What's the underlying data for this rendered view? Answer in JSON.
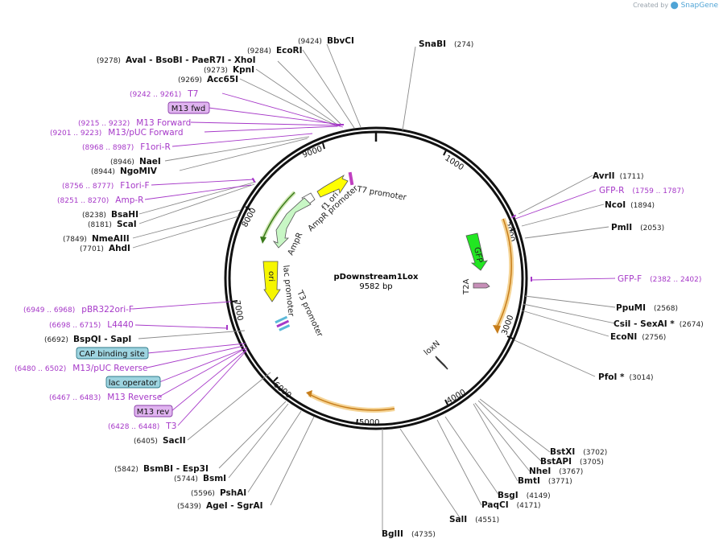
{
  "credit": {
    "prefix": "Created by",
    "brand": "SnapGene"
  },
  "plasmid": {
    "name": "pDownstream1Lox",
    "size": "9582 bp"
  },
  "ticks": [
    "1000",
    "2000",
    "3000",
    "4000",
    "5000",
    "6000",
    "7000",
    "8000",
    "9000"
  ],
  "labels": [
    {
      "id": "bbvci",
      "num": "(9424)",
      "name": "BbvCI"
    },
    {
      "id": "ecori",
      "num": "(9284)",
      "name": "EcoRI"
    },
    {
      "id": "avai",
      "num": "(9278)",
      "name": "AvaI - BsoBI - PaeR7I - XhoI"
    },
    {
      "id": "kpni",
      "num": "(9273)",
      "name": "KpnI"
    },
    {
      "id": "acc65i",
      "num": "(9269)",
      "name": "Acc65I"
    },
    {
      "id": "nael",
      "num": "(8946)",
      "name": "NaeI"
    },
    {
      "id": "ngomiv",
      "num": "(8944)",
      "name": "NgoMIV"
    },
    {
      "id": "bsahi",
      "num": "(8238)",
      "name": "BsaHI"
    },
    {
      "id": "scai",
      "num": "(8181)",
      "name": "ScaI"
    },
    {
      "id": "nmeaiii",
      "num": "(7849)",
      "name": "NmeAIII"
    },
    {
      "id": "ahdi",
      "num": "(7701)",
      "name": "AhdI"
    },
    {
      "id": "bspqi",
      "num": "(6692)",
      "name": "BspQI - SapI"
    },
    {
      "id": "sacii",
      "num": "(6405)",
      "name": "SacII"
    },
    {
      "id": "bsmbi",
      "num": "(5842)",
      "name": "BsmBI - Esp3I"
    },
    {
      "id": "bsmi",
      "num": "(5744)",
      "name": "BsmI"
    },
    {
      "id": "pshai",
      "num": "(5596)",
      "name": "PshAI"
    },
    {
      "id": "agei",
      "num": "(5439)",
      "name": "AgeI - SgrAI"
    },
    {
      "id": "snabi",
      "num": "(274)",
      "name": "SnaBI"
    },
    {
      "id": "avrii",
      "num": "(1711)",
      "name": "AvrII"
    },
    {
      "id": "ncoi",
      "num": "(1894)",
      "name": "NcoI"
    },
    {
      "id": "pmli",
      "num": "(2053)",
      "name": "PmlI"
    },
    {
      "id": "ppumi",
      "num": "(2568)",
      "name": "PpuMI"
    },
    {
      "id": "csii",
      "num": "(2674)",
      "name": "CsiI - SexAI *"
    },
    {
      "id": "economi",
      "num": "(2756)",
      "name": "EcoNI"
    },
    {
      "id": "pfoi",
      "num": "(3014)",
      "name": "PfoI *"
    },
    {
      "id": "bstxi",
      "num": "(3702)",
      "name": "BstXI"
    },
    {
      "id": "bstapi",
      "num": "(3705)",
      "name": "BstAPI"
    },
    {
      "id": "nhei",
      "num": "(3767)",
      "name": "NheI"
    },
    {
      "id": "bmti",
      "num": "(3771)",
      "name": "BmtI"
    },
    {
      "id": "bsgi",
      "num": "(4149)",
      "name": "BsgI"
    },
    {
      "id": "paqci",
      "num": "(4171)",
      "name": "PaqCI"
    },
    {
      "id": "sali",
      "num": "(4551)",
      "name": "SalI"
    },
    {
      "id": "bglii",
      "num": "(4735)",
      "name": "BglII"
    }
  ],
  "primers": [
    {
      "id": "t7",
      "num": "(9242 .. 9261)",
      "name": "T7"
    },
    {
      "id": "m13fwd",
      "name": "M13 fwd"
    },
    {
      "id": "m13forward",
      "num": "(9215 .. 9232)",
      "name": "M13 Forward"
    },
    {
      "id": "m13puc",
      "num": "(9201 .. 9223)",
      "name": "M13/pUC Forward"
    },
    {
      "id": "f1orir",
      "num": "(8968 .. 8987)",
      "name": "F1ori-R"
    },
    {
      "id": "f1orif",
      "num": "(8756 .. 8777)",
      "name": "F1ori-F"
    },
    {
      "id": "ampr",
      "num": "(8251 .. 8270)",
      "name": "Amp-R"
    },
    {
      "id": "pbr322",
      "num": "(6949 .. 6968)",
      "name": "pBR322ori-F"
    },
    {
      "id": "l4440",
      "num": "(6698 .. 6715)",
      "name": "L4440"
    },
    {
      "id": "cap",
      "name": "CAP binding site"
    },
    {
      "id": "m13pucrev",
      "num": "(6480 .. 6502)",
      "name": "M13/pUC Reverse"
    },
    {
      "id": "lacop",
      "name": "lac operator"
    },
    {
      "id": "m13reverse",
      "num": "(6467 .. 6483)",
      "name": "M13 Reverse"
    },
    {
      "id": "m13rev",
      "name": "M13 rev"
    },
    {
      "id": "t3",
      "num": "(6428 .. 6448)",
      "name": "T3"
    },
    {
      "id": "gfpr",
      "num": "(1759 .. 1787)",
      "name": "GFP-R"
    },
    {
      "id": "gfpf",
      "num": "(2382 .. 2402)",
      "name": "GFP-F"
    }
  ],
  "features": {
    "t7promoter": "T7 promoter",
    "f1ori": "f1 ori",
    "amprpromoter": "AmpR promoter",
    "ampr": "AmpR",
    "ori": "ori",
    "lacpromoter": "lac promoter",
    "t3promoter": "T3 promoter",
    "gfp": "GFP",
    "t2a": "T2A",
    "loxn": "loxN"
  },
  "colors": {
    "enzyme": "#111111",
    "primer": "#a638c8",
    "promoter": "#ffff00",
    "ori": "#f6f600",
    "amp": "#c8f7c5",
    "gfp": "#22e622",
    "orf": "#f0c060",
    "box_blue": "#9ed4e0",
    "box_purple": "#e0b4f0"
  }
}
